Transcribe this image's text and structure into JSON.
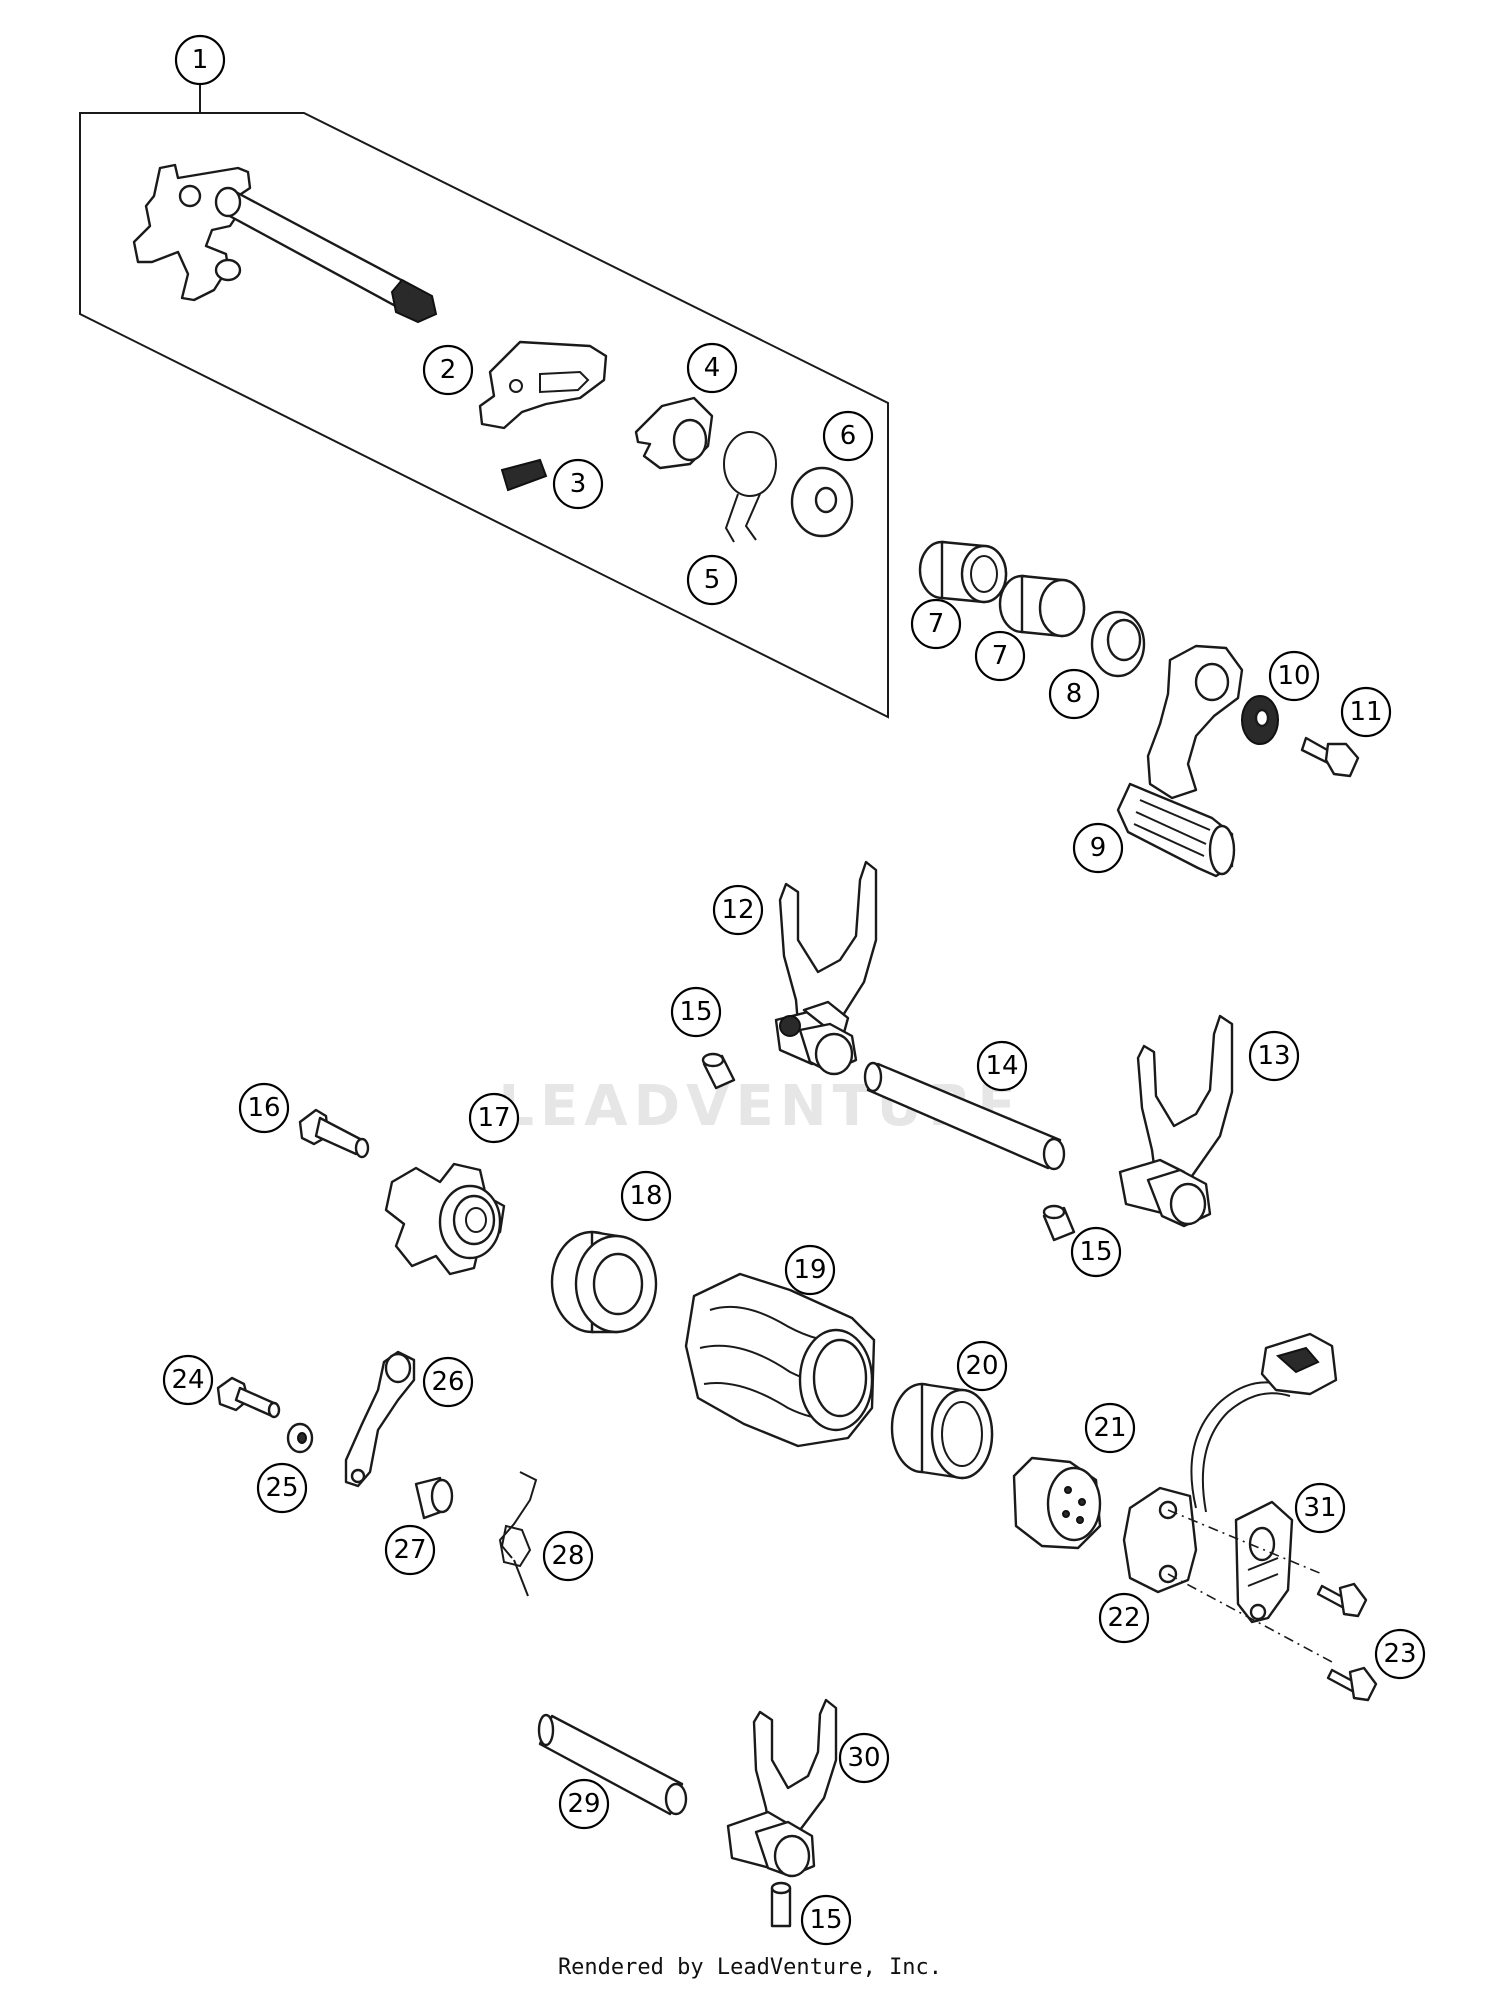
{
  "watermark": "LEADVENTURE",
  "footer": "Rendered by LeadVenture, Inc.",
  "callouts": [
    {
      "id": "c1",
      "label": "1"
    },
    {
      "id": "c2",
      "label": "2"
    },
    {
      "id": "c3",
      "label": "3"
    },
    {
      "id": "c4",
      "label": "4"
    },
    {
      "id": "c5",
      "label": "5"
    },
    {
      "id": "c6",
      "label": "6"
    },
    {
      "id": "c7a",
      "label": "7"
    },
    {
      "id": "c7b",
      "label": "7"
    },
    {
      "id": "c8",
      "label": "8"
    },
    {
      "id": "c9",
      "label": "9"
    },
    {
      "id": "c10",
      "label": "10"
    },
    {
      "id": "c11",
      "label": "11"
    },
    {
      "id": "c12",
      "label": "12"
    },
    {
      "id": "c13",
      "label": "13"
    },
    {
      "id": "c14",
      "label": "14"
    },
    {
      "id": "c15a",
      "label": "15"
    },
    {
      "id": "c15b",
      "label": "15"
    },
    {
      "id": "c15c",
      "label": "15"
    },
    {
      "id": "c16",
      "label": "16"
    },
    {
      "id": "c17",
      "label": "17"
    },
    {
      "id": "c18",
      "label": "18"
    },
    {
      "id": "c19",
      "label": "19"
    },
    {
      "id": "c20",
      "label": "20"
    },
    {
      "id": "c21",
      "label": "21"
    },
    {
      "id": "c22",
      "label": "22"
    },
    {
      "id": "c23",
      "label": "23"
    },
    {
      "id": "c24",
      "label": "24"
    },
    {
      "id": "c25",
      "label": "25"
    },
    {
      "id": "c26",
      "label": "26"
    },
    {
      "id": "c27",
      "label": "27"
    },
    {
      "id": "c28",
      "label": "28"
    },
    {
      "id": "c29",
      "label": "29"
    },
    {
      "id": "c30",
      "label": "30"
    },
    {
      "id": "c31",
      "label": "31"
    }
  ]
}
